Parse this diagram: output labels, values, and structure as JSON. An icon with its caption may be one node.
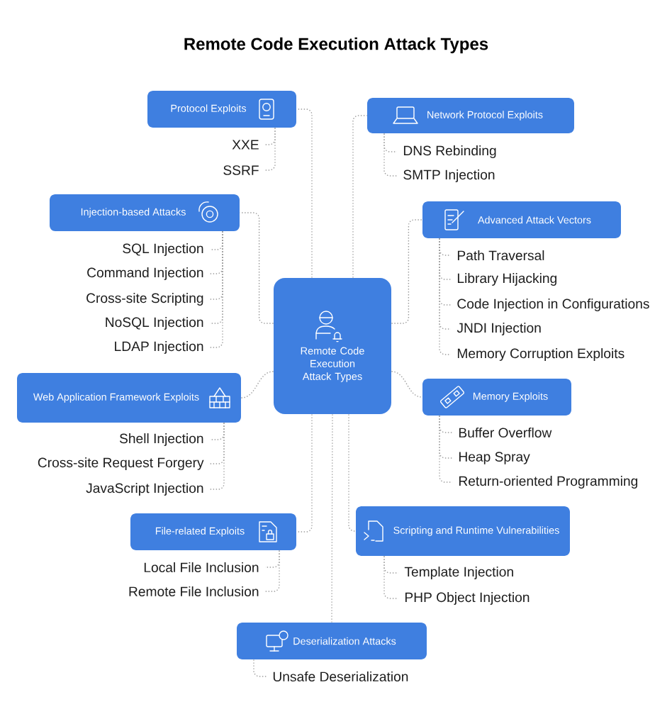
{
  "diagram": {
    "title": "Remote Code Execution Attack Types",
    "nodes": [
      {
        "text": [
          "Remote Code Execution Attack Types"
        ]
      },
      {
        "text": [
          "Protocol Exploits"
        ]
      },
      {
        "text": [
          "XXE"
        ]
      },
      {
        "text": [
          "SSRF"
        ]
      },
      {
        "text": [
          "Network Protocol Exploits"
        ]
      },
      {
        "text": [
          "DNS Rebinding"
        ]
      },
      {
        "text": [
          "SMTP Injection"
        ]
      },
      {
        "text": [
          "Injection-based Attacks"
        ]
      },
      {
        "text": [
          "SQL Injection"
        ]
      },
      {
        "text": [
          "Command Injection"
        ]
      },
      {
        "text": [
          "Cross-site Scripting"
        ]
      },
      {
        "text": [
          "NoSQL Injection"
        ]
      },
      {
        "text": [
          "LDAP Injection"
        ]
      },
      {
        "text": [
          "Advanced Attack Vectors"
        ]
      },
      {
        "text": [
          "Path Traversal"
        ]
      },
      {
        "text": [
          "Library Hijacking"
        ]
      },
      {
        "text": [
          "Code Injection in Configurations"
        ]
      },
      {
        "text": [
          "JNDI Injection"
        ]
      },
      {
        "text": [
          "Memory Corruption Exploits"
        ]
      },
      {
        "text": [
          "Web Application Framework Exploits"
        ]
      },
      {
        "text": [
          "Shell Injection"
        ]
      },
      {
        "text": [
          "Cross-site Request Forgery"
        ]
      },
      {
        "text": [
          "JavaScript Injection"
        ]
      },
      {
        "text": [
          "Memory Exploits"
        ]
      },
      {
        "text": [
          "Buffer Overflow"
        ]
      },
      {
        "text": [
          "Heap Spray"
        ]
      },
      {
        "text": [
          "Return-oriented Programming"
        ]
      },
      {
        "text": [
          "File-related Exploits"
        ]
      },
      {
        "text": [
          "Local File Inclusion"
        ]
      },
      {
        "text": [
          "Remote File Inclusion"
        ]
      },
      {
        "text": [
          "Scripting and Runtime Vulnerabilities"
        ]
      },
      {
        "text": [
          "Template Injection"
        ]
      },
      {
        "text": [
          "PHP Object Injection"
        ]
      },
      {
        "text": [
          "Deserialization Attacks"
        ]
      },
      {
        "text": [
          "Unsafe Deserialization"
        ]
      }
    ],
    "edges": [
      {
        "from": 0,
        "to": 1,
        "arrow": "none"
      },
      {
        "from": 1,
        "to": 2,
        "arrow": "none"
      },
      {
        "from": 1,
        "to": 3,
        "arrow": "none"
      },
      {
        "from": 0,
        "to": 4,
        "arrow": "none"
      },
      {
        "from": 4,
        "to": 5,
        "arrow": "none"
      },
      {
        "from": 4,
        "to": 6,
        "arrow": "none"
      },
      {
        "from": 0,
        "to": 7,
        "arrow": "none"
      },
      {
        "from": 7,
        "to": 8,
        "arrow": "none"
      },
      {
        "from": 7,
        "to": 9,
        "arrow": "none"
      },
      {
        "from": 7,
        "to": 10,
        "arrow": "none"
      },
      {
        "from": 7,
        "to": 11,
        "arrow": "none"
      },
      {
        "from": 7,
        "to": 12,
        "arrow": "none"
      },
      {
        "from": 0,
        "to": 13,
        "arrow": "none"
      },
      {
        "from": 13,
        "to": 14,
        "arrow": "none"
      },
      {
        "from": 13,
        "to": 15,
        "arrow": "none"
      },
      {
        "from": 13,
        "to": 16,
        "arrow": "none"
      },
      {
        "from": 13,
        "to": 17,
        "arrow": "none"
      },
      {
        "from": 13,
        "to": 18,
        "arrow": "none"
      },
      {
        "from": 0,
        "to": 19,
        "arrow": "none"
      },
      {
        "from": 19,
        "to": 20,
        "arrow": "none"
      },
      {
        "from": 19,
        "to": 21,
        "arrow": "none"
      },
      {
        "from": 19,
        "to": 22,
        "arrow": "none"
      },
      {
        "from": 0,
        "to": 23,
        "arrow": "none"
      },
      {
        "from": 23,
        "to": 24,
        "arrow": "none"
      },
      {
        "from": 23,
        "to": 25,
        "arrow": "none"
      },
      {
        "from": 23,
        "to": 26,
        "arrow": "none"
      },
      {
        "from": 0,
        "to": 27,
        "arrow": "none"
      },
      {
        "from": 27,
        "to": 28,
        "arrow": "none"
      },
      {
        "from": 27,
        "to": 29,
        "arrow": "none"
      },
      {
        "from": 0,
        "to": 30,
        "arrow": "none"
      },
      {
        "from": 30,
        "to": 31,
        "arrow": "none"
      },
      {
        "from": 30,
        "to": 32,
        "arrow": "none"
      },
      {
        "from": 0,
        "to": 33,
        "arrow": "none"
      },
      {
        "from": 33,
        "to": 34,
        "arrow": "none"
      }
    ]
  }
}
